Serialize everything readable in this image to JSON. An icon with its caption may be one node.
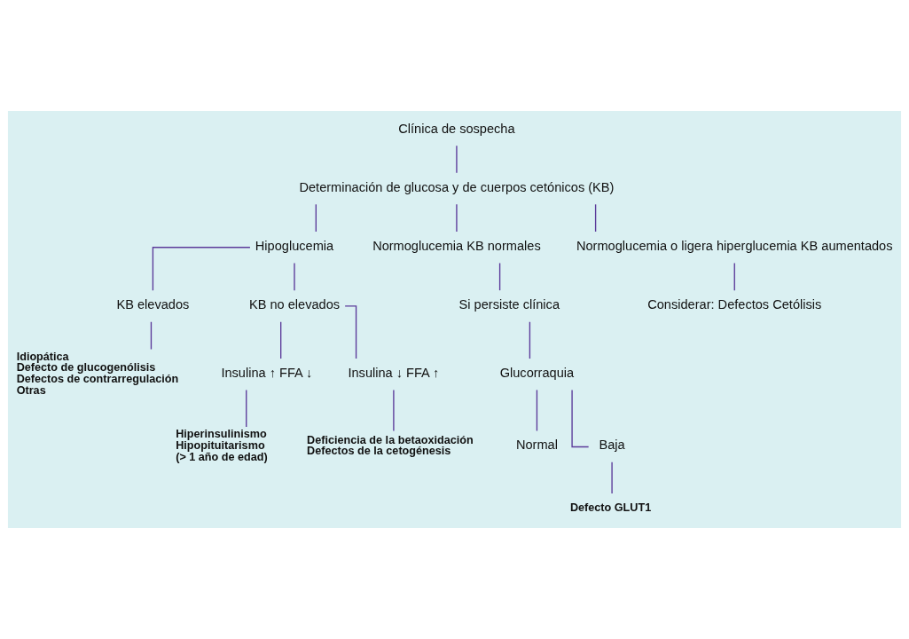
{
  "diagram": {
    "nodes": [
      {
        "text": [
          "Clínica de sospecha"
        ]
      },
      {
        "text": [
          "Determinación de glucosa y de cuerpos cetónicos (KB)"
        ]
      },
      {
        "text": [
          "Hipoglucemia"
        ]
      },
      {
        "text": [
          "Normoglucemia KB normales"
        ]
      },
      {
        "text": [
          "Normoglucemia o ligera hiperglucemia KB aumentados"
        ]
      },
      {
        "text": [
          "KB elevados"
        ]
      },
      {
        "text": [
          "KB no elevados"
        ]
      },
      {
        "text": [
          "Si persiste clínica"
        ]
      },
      {
        "text": [
          "Considerar: Defectos Cetólisis"
        ]
      },
      {
        "text": [
          "Insulina ↑ FFA ↓"
        ]
      },
      {
        "text": [
          "Insulina ↓ FFA ↑"
        ]
      },
      {
        "text": [
          "Glucorraquia"
        ]
      },
      {
        "text": [
          "Idiopática",
          "Defecto de glucogenólisis",
          "Defectos de contrarregulación",
          "Otras"
        ]
      },
      {
        "text": [
          "Hiperinsulinismo",
          "Hipopituitarismo",
          "(> 1 año de edad)"
        ]
      },
      {
        "text": [
          "Deficiencia de la betaoxidación",
          "Defectos de la cetogénesis"
        ]
      },
      {
        "text": [
          "Normal"
        ]
      },
      {
        "text": [
          "Baja"
        ]
      },
      {
        "text": [
          "Defecto GLUT1"
        ]
      }
    ],
    "edges": [
      {
        "from": 0,
        "to": 1,
        "arrow": "none"
      },
      {
        "from": 1,
        "to": 2,
        "arrow": "none"
      },
      {
        "from": 1,
        "to": 3,
        "arrow": "none"
      },
      {
        "from": 1,
        "to": 4,
        "arrow": "none"
      },
      {
        "from": 2,
        "to": 5,
        "arrow": "none"
      },
      {
        "from": 2,
        "to": 6,
        "arrow": "none"
      },
      {
        "from": 3,
        "to": 7,
        "arrow": "none"
      },
      {
        "from": 4,
        "to": 8,
        "arrow": "none"
      },
      {
        "from": 6,
        "to": 9,
        "arrow": "none"
      },
      {
        "from": 6,
        "to": 10,
        "arrow": "none"
      },
      {
        "from": 7,
        "to": 11,
        "arrow": "none"
      },
      {
        "from": 5,
        "to": 12,
        "arrow": "none"
      },
      {
        "from": 9,
        "to": 13,
        "arrow": "none"
      },
      {
        "from": 10,
        "to": 14,
        "arrow": "none"
      },
      {
        "from": 11,
        "to": 15,
        "arrow": "none"
      },
      {
        "from": 11,
        "to": 16,
        "arrow": "none"
      },
      {
        "from": 16,
        "to": 17,
        "arrow": "none"
      }
    ]
  }
}
